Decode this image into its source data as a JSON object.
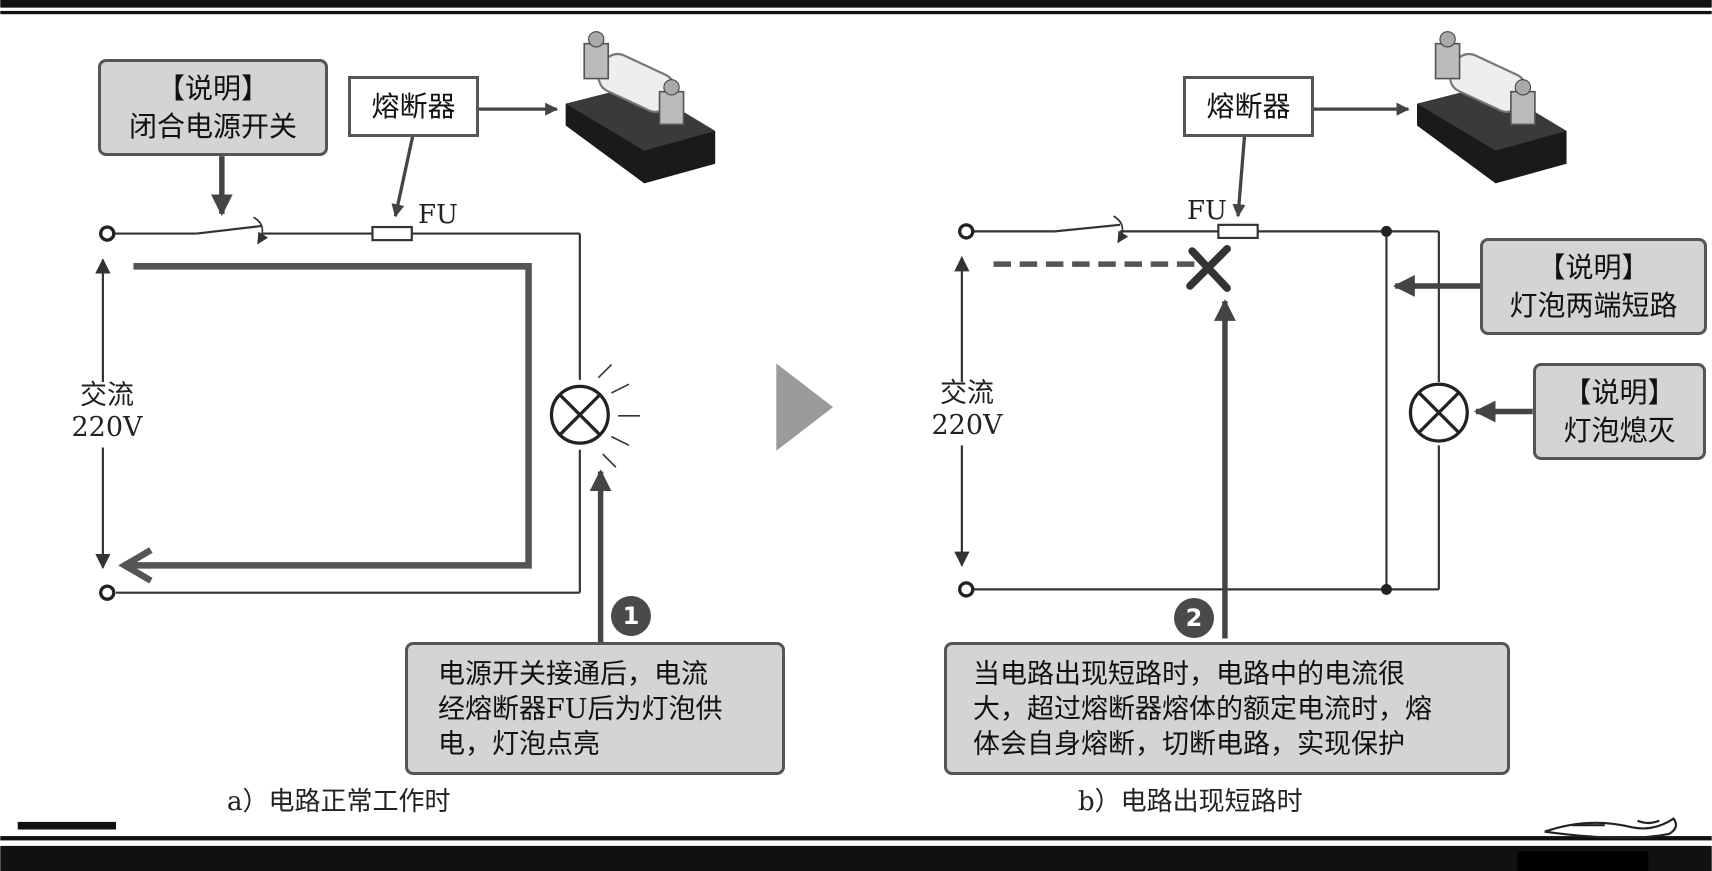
{
  "left_diagram": {
    "caption": "a）电路正常工作时",
    "note": {
      "title": "【说明】",
      "text": "闭合电源开关"
    },
    "fuse_label": "熔断器",
    "fu_label": "FU",
    "source": {
      "line1": "交流",
      "line2": "220V"
    },
    "step_badge": "1",
    "description": [
      "电源开关接通后，电流",
      "经熔断器FU后为灯泡供",
      "电，灯泡点亮"
    ]
  },
  "right_diagram": {
    "caption": "b）电路出现短路时",
    "fuse_label": "熔断器",
    "fu_label": "FU",
    "source": {
      "line1": "交流",
      "line2": "220V"
    },
    "note_short": {
      "title": "【说明】",
      "text": "灯泡两端短路"
    },
    "note_lamp": {
      "title": "【说明】",
      "text": "灯泡熄灭"
    },
    "step_badge": "2",
    "description": [
      "当电路出现短路时，电路中的电流很",
      "大，超过熔断器熔体的额定电流时，熔",
      "体会自身熔断，切断电路，实现保护"
    ]
  },
  "colors": {
    "box_fill": "#d4d4d4",
    "stroke": "#555555",
    "wire": "#333333",
    "arrow_grey": "#9a9a9a"
  },
  "icons": [
    "fuse-photo-icon",
    "lamp-icon",
    "switch-icon",
    "arrow-right-icon",
    "broken-fuse-x-icon"
  ]
}
